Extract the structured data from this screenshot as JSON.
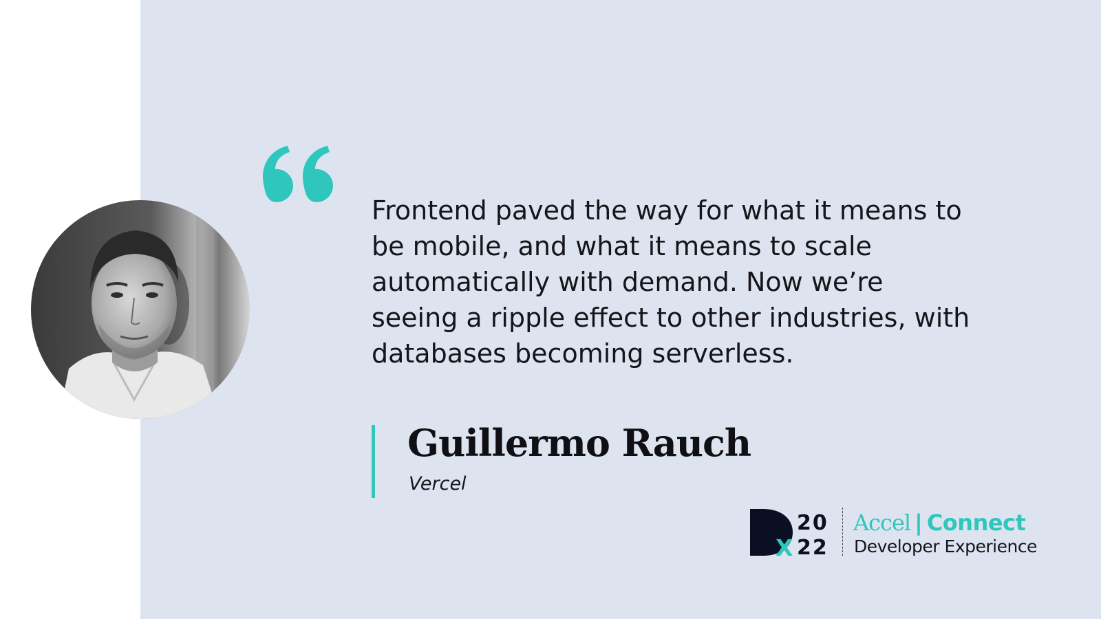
{
  "colors": {
    "panel_background": "#dde4ef",
    "accent_teal": "#2ec6bd",
    "text_dark": "#15151a",
    "logo_navy": "#0b0f24"
  },
  "quote": {
    "icon": "quotation-mark-icon",
    "lines": [
      "Frontend paved the way for what it means to",
      "be mobile, and what it means to scale",
      "automatically with demand. Now we’re",
      "seeing a ripple effect to other industries, with",
      "databases becoming serverless."
    ]
  },
  "author": {
    "name": "Guillermo Rauch",
    "company": "Vercel",
    "photo_icon": "speaker-portrait"
  },
  "logo": {
    "year_top": "20",
    "year_bottom": "22",
    "x_letter": "X",
    "brand": "Accel",
    "separator": "|",
    "product": "Connect",
    "subtitle": "Developer Experience"
  }
}
